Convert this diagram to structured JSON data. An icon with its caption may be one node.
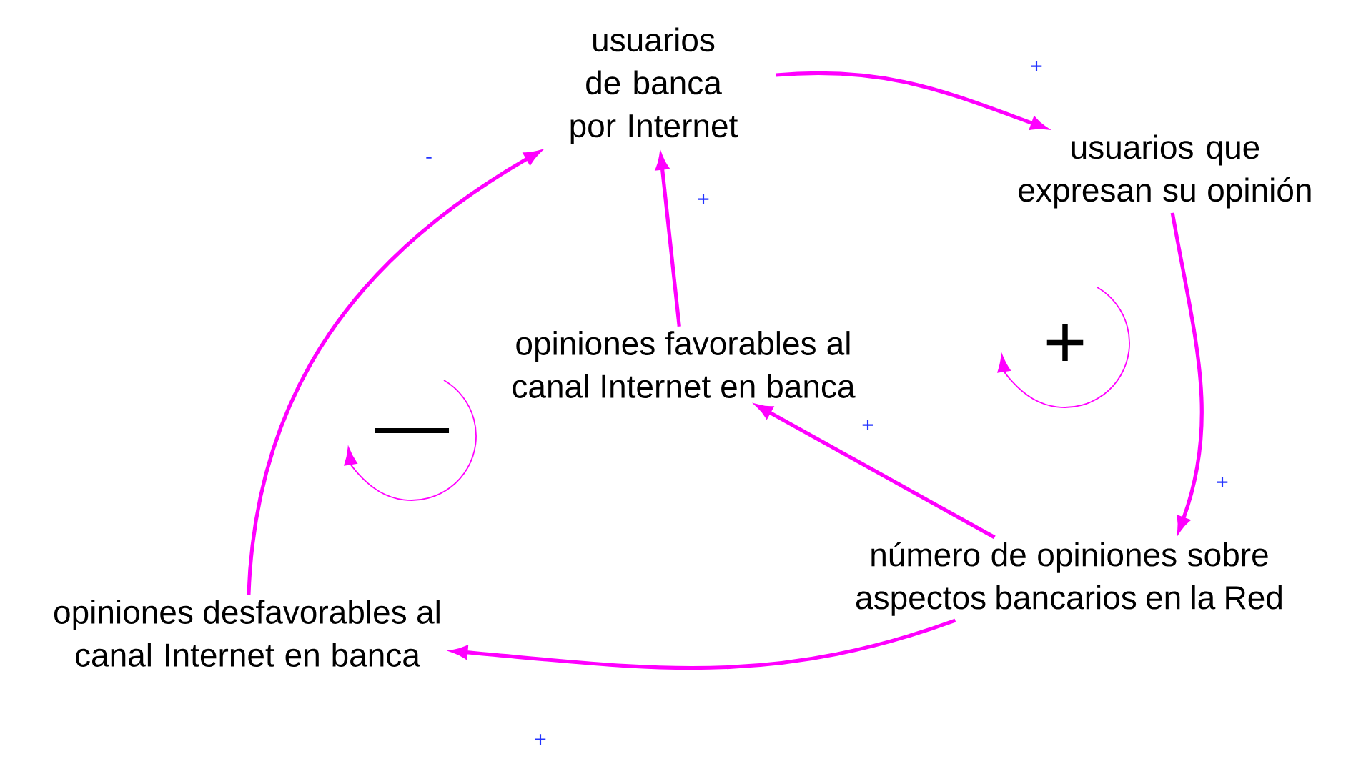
{
  "diagram": {
    "nodes": [
      {
        "text": [
          "usuarios de banca por Internet"
        ]
      },
      {
        "text": [
          "usuarios que expresan su opinión"
        ]
      },
      {
        "text": [
          "opiniones favorables al canal Internet en banca"
        ]
      },
      {
        "text": [
          "número de opiniones sobre aspectos bancarios en la Red"
        ]
      },
      {
        "text": [
          "opiniones desfavorables al canal Internet en banca"
        ]
      }
    ],
    "edges": [
      {
        "from": 0,
        "to": 1,
        "arrow": "to",
        "label": "+"
      },
      {
        "from": 1,
        "to": 3,
        "arrow": "to",
        "label": "+"
      },
      {
        "from": 3,
        "to": 2,
        "arrow": "to",
        "label": "+"
      },
      {
        "from": 2,
        "to": 0,
        "arrow": "to",
        "label": "+"
      },
      {
        "from": 3,
        "to": 4,
        "arrow": "to",
        "label": "+"
      },
      {
        "from": 4,
        "to": 0,
        "arrow": "to",
        "label": "-"
      }
    ],
    "labels": [
      "+",
      "—"
    ]
  }
}
